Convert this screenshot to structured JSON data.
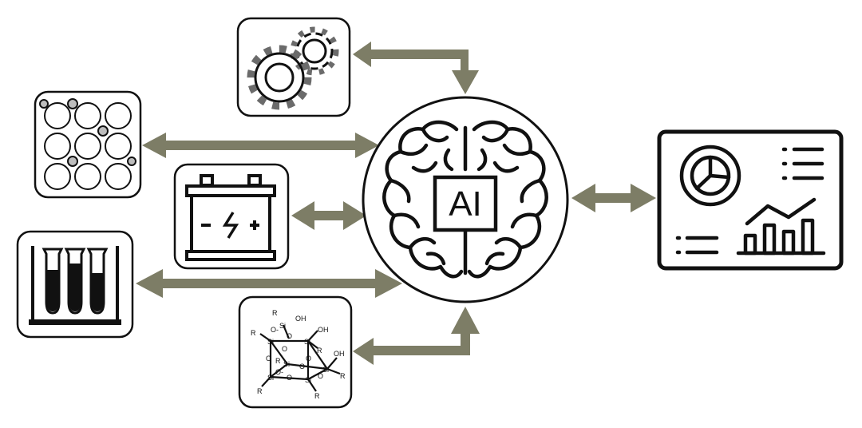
{
  "center": {
    "label": "AI",
    "icon": "brain-icon"
  },
  "nodes": [
    {
      "id": "gears",
      "icon": "gears-icon"
    },
    {
      "id": "porous-material",
      "icon": "circle-lattice-icon"
    },
    {
      "id": "battery",
      "icon": "battery-icon"
    },
    {
      "id": "test-tubes",
      "icon": "test-tubes-icon"
    },
    {
      "id": "silsesquioxane",
      "icon": "siloxane-cage-icon"
    },
    {
      "id": "dashboard",
      "icon": "analytics-dashboard-icon"
    }
  ],
  "chem_labels": {
    "si": "Si",
    "o": "O",
    "r": "R",
    "oh": "OH",
    "o_minus": "O-"
  },
  "colors": {
    "arrow": "#7d7d66",
    "outline": "#111111",
    "fill_light": "#cccccc"
  }
}
